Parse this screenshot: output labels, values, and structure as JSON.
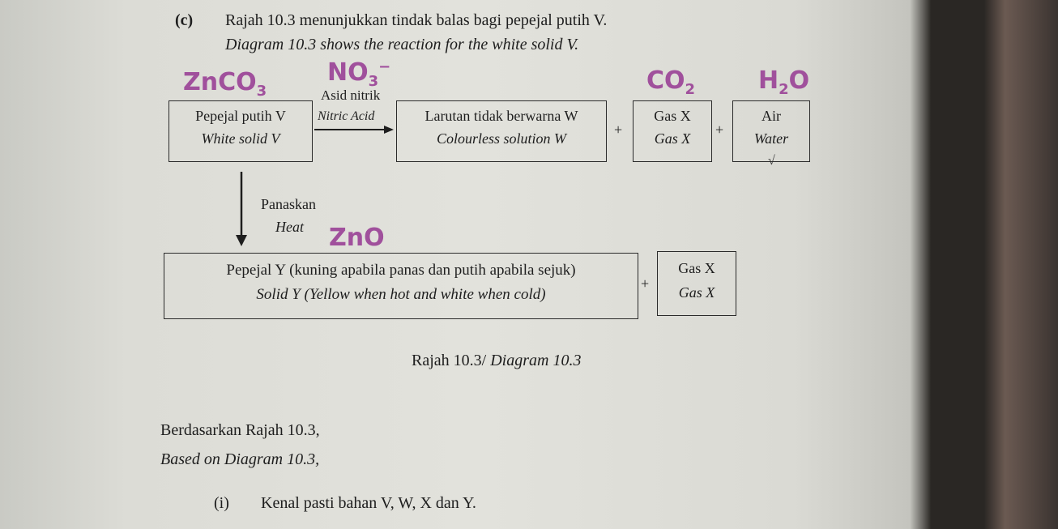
{
  "question": {
    "label": "(c)",
    "line_ms": "Rajah 10.3 menunjukkan tindak balas bagi pepejal putih V.",
    "line_en": "Diagram 10.3 shows the reaction for the white solid V."
  },
  "diagram": {
    "reagent_ms": "Asid nitrik",
    "reagent_en": "Nitric Acid",
    "box_v": {
      "ms": "Pepejal putih V",
      "en": "White solid V"
    },
    "box_w": {
      "ms": "Larutan tidak berwarna W",
      "en": "Colourless solution W"
    },
    "box_gas_top": {
      "ms": "Gas X",
      "en": "Gas X"
    },
    "box_water": {
      "ms": "Air",
      "en": "Water"
    },
    "plus": "+",
    "heat_ms": "Panaskan",
    "heat_en": "Heat",
    "box_y": {
      "ms": "Pepejal Y (kuning apabila panas dan putih apabila sejuk)",
      "en": "Solid Y (Yellow when hot and white when cold)"
    },
    "box_gas_bottom": {
      "ms": "Gas X",
      "en": "Gas X"
    },
    "caption_ms": "Rajah 10.3/",
    "caption_en": "Diagram 10.3"
  },
  "handwriting": {
    "znco3": "ZnCO",
    "znco3_sub": "3",
    "no3": "NO",
    "no3_sub": "3",
    "no3_sup": "−",
    "co2": "CO",
    "co2_sub": "2",
    "h2o_a": "H",
    "h2o_sub": "2",
    "h2o_b": "O",
    "zno": "ZnO",
    "tick": "√"
  },
  "based_on": {
    "ms": "Berdasarkan Rajah 10.3,",
    "en": "Based on Diagram 10.3,"
  },
  "subquestion": {
    "label": "(i)",
    "text": "Kenal pasti bahan V, W, X dan Y."
  },
  "colors": {
    "handwriting": "#a0509c",
    "ink": "#1e1e1e"
  }
}
